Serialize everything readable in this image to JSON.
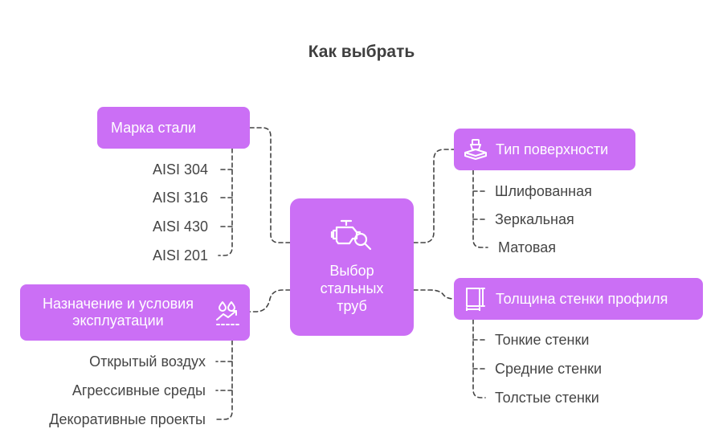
{
  "title": "Как выбрать",
  "center": {
    "label_lines": [
      "Выбор",
      "стальных",
      "труб"
    ],
    "icon": "engine-search-icon"
  },
  "branches": {
    "steel_grade": {
      "label": "Марка стали",
      "icon": "layers-stack-icon",
      "items": [
        "AISI 304",
        "AISI 316",
        "AISI 430",
        "AISI 201"
      ]
    },
    "purpose": {
      "label_lines": [
        "Назначение и условия",
        "эксплуатации"
      ],
      "icon": "drops-growth-icon",
      "items": [
        "Открытый воздух",
        "Агрессивные среды",
        "Декоративные проекты"
      ]
    },
    "surface": {
      "label": "Тип поверхности",
      "icon": "surface-tool-icon",
      "items": [
        "Шлифованная",
        "Зеркальная",
        "Матовая"
      ]
    },
    "thickness": {
      "label": "Толщина стенки профиля",
      "icon": "wall-thickness-icon",
      "items": [
        "Тонкие стенки",
        "Средние стенки",
        "Толстые стенки"
      ]
    }
  },
  "colors": {
    "node_fill": "#cb6ff5",
    "node_text": "#ffffff",
    "connector": "#444444",
    "text": "#454545"
  }
}
